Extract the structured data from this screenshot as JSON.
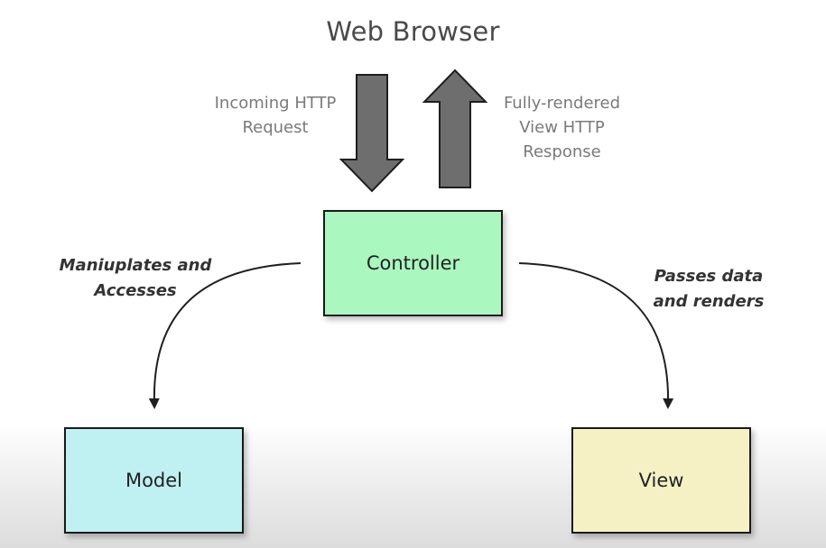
{
  "diagram": {
    "title": "Web Browser",
    "request_label": [
      "Incoming HTTP",
      "Request"
    ],
    "response_label": [
      "Fully-rendered",
      "View HTTP",
      "Response"
    ],
    "left_edge_label": [
      "Maniuplates and",
      "Accesses"
    ],
    "right_edge_label": [
      "Passes data",
      "and renders"
    ],
    "nodes": {
      "controller": "Controller",
      "model": "Model",
      "view": "View"
    },
    "colors": {
      "controller": "#aaf7c0",
      "model": "#bff0f2",
      "view": "#f5f1c4",
      "arrow_fill": "#6e6e6e"
    }
  }
}
